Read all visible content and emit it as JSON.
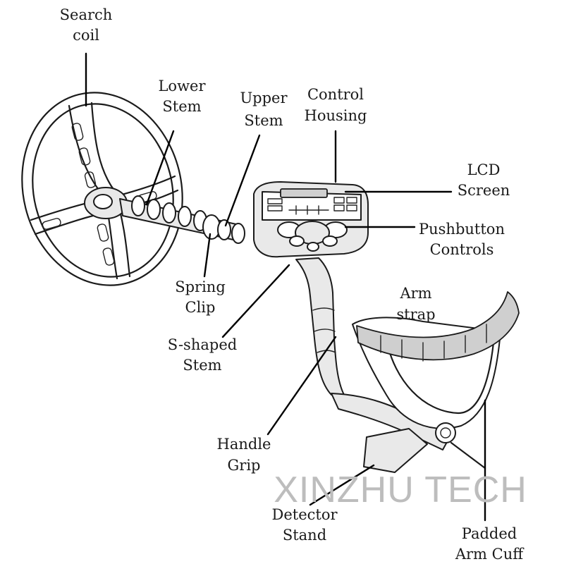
{
  "labels": {
    "search_coil": [
      "Search",
      "coil"
    ],
    "lower_stem": [
      "Lower",
      "Stem"
    ],
    "upper_stem": [
      "Upper",
      "Stem"
    ],
    "control_housing": [
      "Control",
      "Housing"
    ],
    "lcd_screen": [
      "LCD",
      "Screen"
    ],
    "pushbutton_controls": [
      "Pushbutton",
      "Controls"
    ],
    "spring_clip": [
      "Spring",
      "Clip"
    ],
    "s_shaped_stem": [
      "S-shaped",
      "Stem"
    ],
    "arm_strap": [
      "Arm",
      "strap"
    ],
    "handle_grip": [
      "Handle",
      "Grip"
    ],
    "detector_stand": [
      "Detector",
      "Stand"
    ],
    "padded_arm_cuff": [
      "Padded",
      "Arm Cuff"
    ]
  },
  "watermark": "XINZHU TECH"
}
